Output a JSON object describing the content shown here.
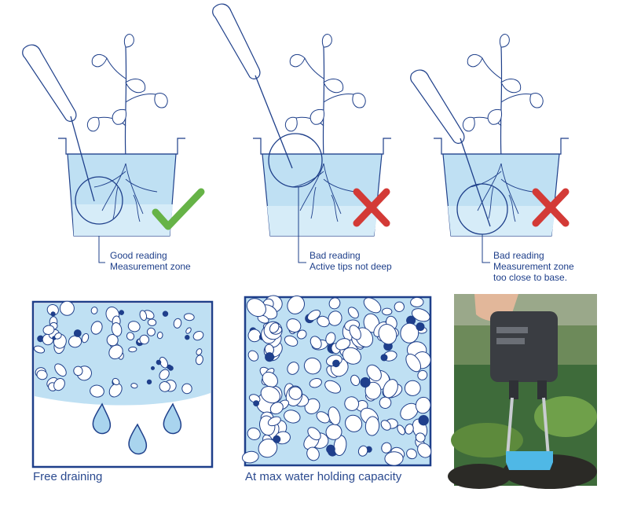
{
  "pots": [
    {
      "caption_line1": "Good reading",
      "caption_line2": "Measurement zone",
      "caption_line3": "",
      "verdict": "check-icon"
    },
    {
      "caption_line1": "Bad reading",
      "caption_line2": "Active tips not deep",
      "caption_line3": "",
      "verdict": "cross-icon"
    },
    {
      "caption_line1": "Bad reading",
      "caption_line2": "Measurement zone",
      "caption_line3": "too close to base.",
      "verdict": "cross-icon"
    }
  ],
  "soil_panels": [
    {
      "label": "Free draining"
    },
    {
      "label": "At max water holding capacity"
    }
  ],
  "colors": {
    "line": "#1e3f8a",
    "water": "#a9d4ee",
    "water_light": "#d6ecf8",
    "check": "#66b347",
    "cross": "#d33a36",
    "soil_bg": "#bfe0f3",
    "pebble_dark": "#1f3f8c",
    "sensor_blue": "#4fb8e6"
  }
}
